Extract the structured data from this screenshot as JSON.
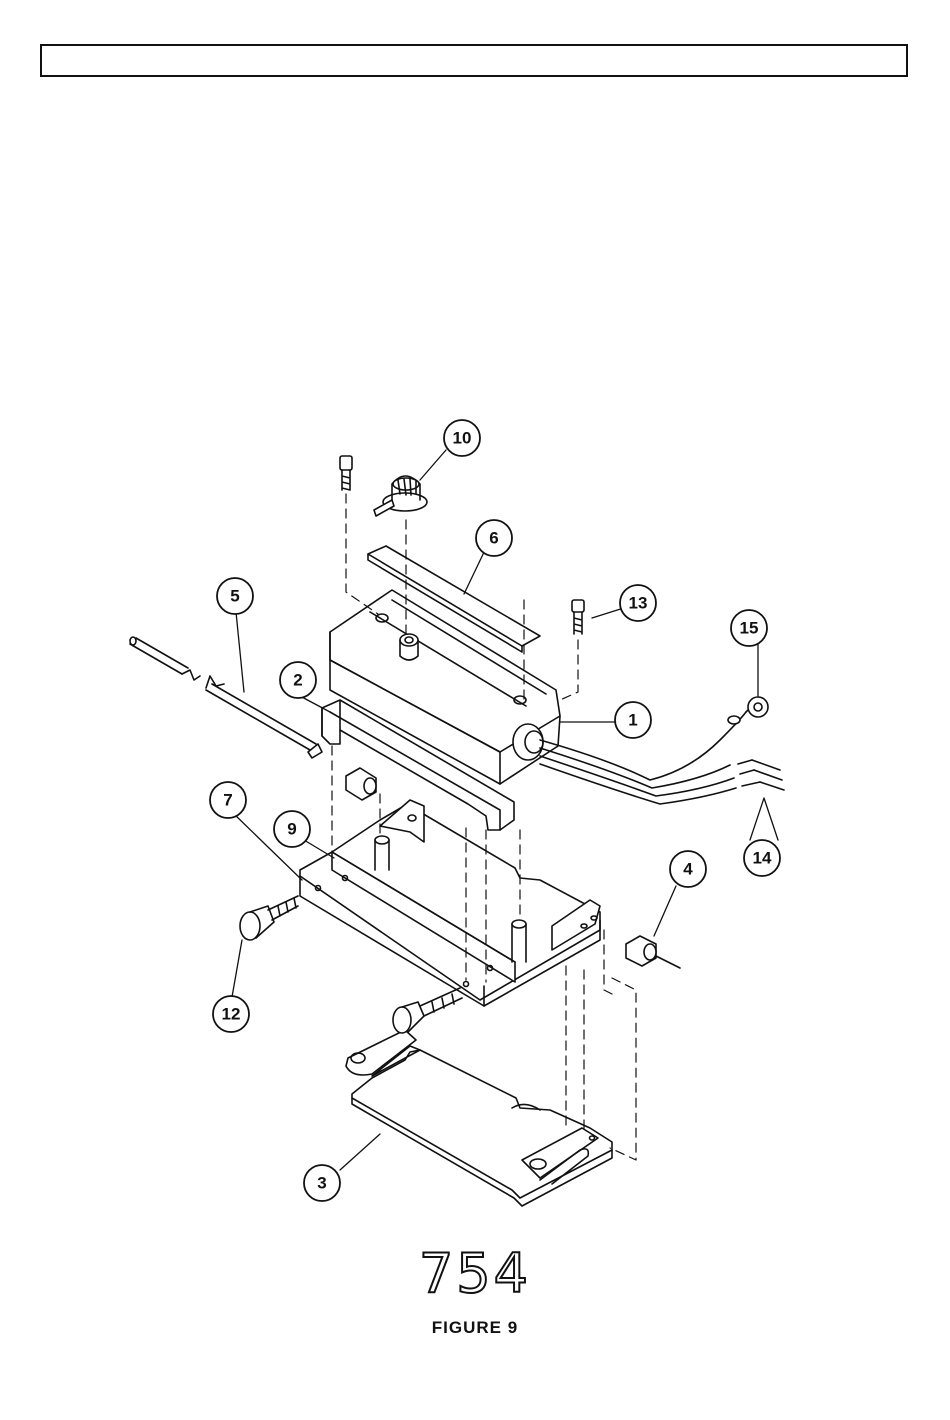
{
  "header": {
    "text": ""
  },
  "figure": {
    "model_number": "754",
    "caption": "FIGURE 9",
    "callouts": [
      {
        "id": "callout-1",
        "label": "1"
      },
      {
        "id": "callout-2",
        "label": "2"
      },
      {
        "id": "callout-3",
        "label": "3"
      },
      {
        "id": "callout-4",
        "label": "4"
      },
      {
        "id": "callout-5",
        "label": "5"
      },
      {
        "id": "callout-6",
        "label": "6"
      },
      {
        "id": "callout-7",
        "label": "7"
      },
      {
        "id": "callout-9",
        "label": "9"
      },
      {
        "id": "callout-10",
        "label": "10"
      },
      {
        "id": "callout-12",
        "label": "12"
      },
      {
        "id": "callout-13",
        "label": "13"
      },
      {
        "id": "callout-14",
        "label": "14"
      },
      {
        "id": "callout-15",
        "label": "15"
      }
    ]
  },
  "colors": {
    "ink": "#111111",
    "paper": "#ffffff"
  }
}
